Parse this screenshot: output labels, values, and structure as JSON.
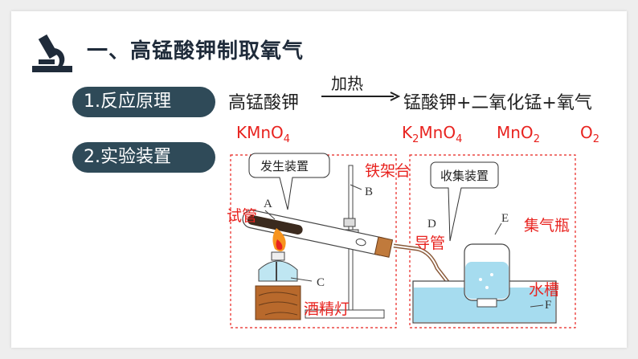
{
  "title": "一、高锰酸钾制取氧气",
  "section1": {
    "label": "1.反应原理"
  },
  "section2": {
    "label": "2.实验装置"
  },
  "equation": {
    "reactant": "高锰酸钾",
    "condition": "加热",
    "products": "锰酸钾+二氧化锰+氧气"
  },
  "formulas": {
    "kmno4": {
      "main": "KMnO",
      "sub": "4"
    },
    "k2mno4": {
      "a": "K",
      "sub1": "2",
      "b": "MnO",
      "sub2": "4"
    },
    "mno2": {
      "main": "MnO",
      "sub": "2"
    },
    "o2": {
      "main": "O",
      "sub": "2"
    }
  },
  "diagram": {
    "callout_generator": "发生装置",
    "callout_collector": "收集装置",
    "letters": {
      "a": "A",
      "b": "B",
      "c": "C",
      "d": "D",
      "e": "E",
      "f": "F"
    },
    "labels": {
      "test_tube": "试管",
      "iron_stand": "铁架台",
      "alcohol_lamp": "酒精灯",
      "delivery_tube": "导管",
      "gas_bottle": "集气瓶",
      "water_trough": "水槽"
    }
  }
}
